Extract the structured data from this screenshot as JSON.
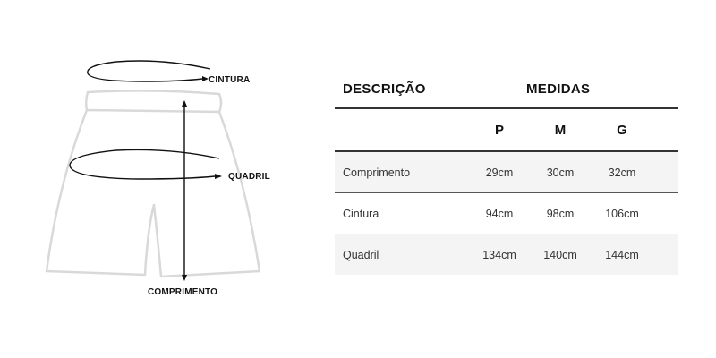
{
  "diagram": {
    "labels": {
      "waist": "CINTURA",
      "hip": "QUADRIL",
      "length": "COMPRIMENTO"
    },
    "icons": [
      "shorts-outline-icon",
      "waist-ellipse-arrow-icon",
      "hip-ellipse-arrow-icon",
      "length-double-arrow-icon"
    ]
  },
  "table": {
    "header": {
      "description": "DESCRIÇÃO",
      "measures": "MEDIDAS"
    },
    "sizes": [
      "P",
      "M",
      "G"
    ],
    "rows": [
      {
        "label": "Comprimento",
        "values": [
          "29cm",
          "30cm",
          "32cm"
        ]
      },
      {
        "label": "Cintura",
        "values": [
          "94cm",
          "98cm",
          "106cm"
        ]
      },
      {
        "label": "Quadril",
        "values": [
          "134cm",
          "140cm",
          "144cm"
        ]
      }
    ]
  },
  "colors": {
    "outline": "#d9d9d9",
    "ink": "#111111",
    "row_shade": "#f4f4f4"
  }
}
